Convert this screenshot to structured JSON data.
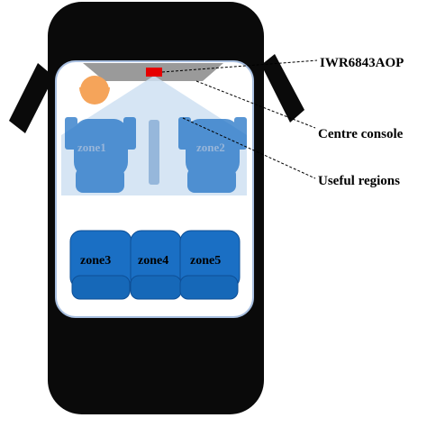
{
  "diagram": {
    "labels": {
      "sensor": "IWR6843AOP",
      "console": "Centre console",
      "regions": "Useful regions"
    },
    "front_seats": [
      {
        "label": "zone1"
      },
      {
        "label": "zone2"
      }
    ],
    "rear_seats": [
      {
        "label": "zone3"
      },
      {
        "label": "zone4"
      },
      {
        "label": "zone5"
      }
    ]
  },
  "colors": {
    "car_body": "#0a0a0a",
    "cabin_floor": "#ffffff",
    "cabin_border": "#a8bfe0",
    "dashboard": "#9a9a9a",
    "sensor": "#e60000",
    "seat_blue": "#1a6fc4",
    "seat_dark": "#0e4f96",
    "useful_region": "#cfe0f2",
    "driver_head": "#f5a45a",
    "console_bar": "#8fb1d8"
  }
}
